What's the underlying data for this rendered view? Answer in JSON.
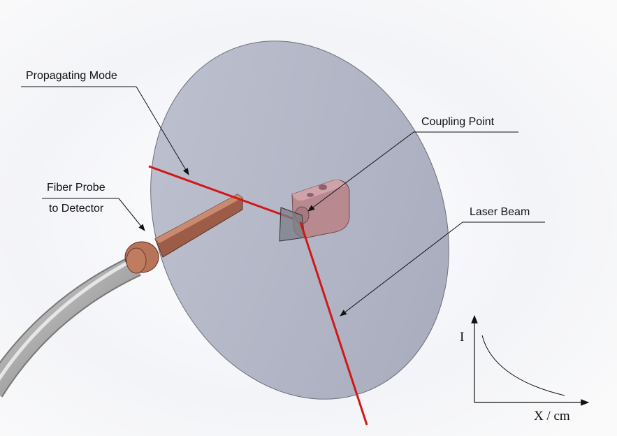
{
  "labels": {
    "propagating_mode": "Propagating Mode",
    "fiber_probe_line1": "Fiber Probe",
    "fiber_probe_line2": "to Detector",
    "coupling_point": "Coupling Point",
    "laser_beam": "Laser Beam"
  },
  "inset_plot": {
    "y_axis_label": "I",
    "x_axis_label": "X / cm",
    "curve": "decaying"
  },
  "colors": {
    "laser": "#d01818",
    "disk": "#a9adbe",
    "probe": "#b0705a",
    "fiber": "#b8b8b8"
  }
}
